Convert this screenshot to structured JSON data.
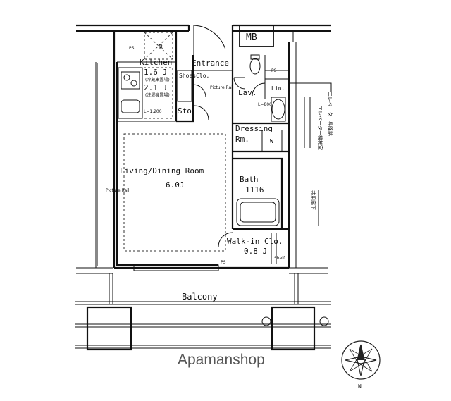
{
  "rooms": {
    "kitchen": {
      "name": "Kitchen",
      "size1": "1.6 J",
      "size2": "2.1 J",
      "note1": "(冷蔵庫置場)",
      "note2": "(洗濯機置場)"
    },
    "entrance": "Entrance",
    "shoes_closet": "ShoesClo.",
    "storage": "Sto.",
    "lavatory": "Lav.",
    "lavatory_width": "L=800",
    "laundry": "Lin.",
    "dressing": {
      "line1": "Dressing",
      "line2": "Rm."
    },
    "bath": {
      "name": "Bath",
      "size": "1116"
    },
    "living_dining": {
      "name": "Living/Dining Room",
      "size": "6.0J"
    },
    "walk_in_closet": {
      "name": "Walk-in Clo.",
      "size": "0.8 J",
      "shelf": "Shelf"
    },
    "balcony": "Balcony",
    "meter_box": "MB",
    "refrigerator_mark": "R",
    "counter_width": "L=1,200"
  },
  "labels": {
    "picture_rail_1": "Picture Rail",
    "picture_rail_2": "Picture Rail",
    "ps_1": "PS",
    "ps_2": "PS",
    "ps_3": "PS",
    "washer_mark": "W"
  },
  "vertical_notes": {
    "note1": "エレベーター昇降路",
    "note2": "エレベーター機械室",
    "note3": "共用廊下"
  },
  "watermark": "Apamanshop",
  "compass": {
    "north_label": "N"
  }
}
